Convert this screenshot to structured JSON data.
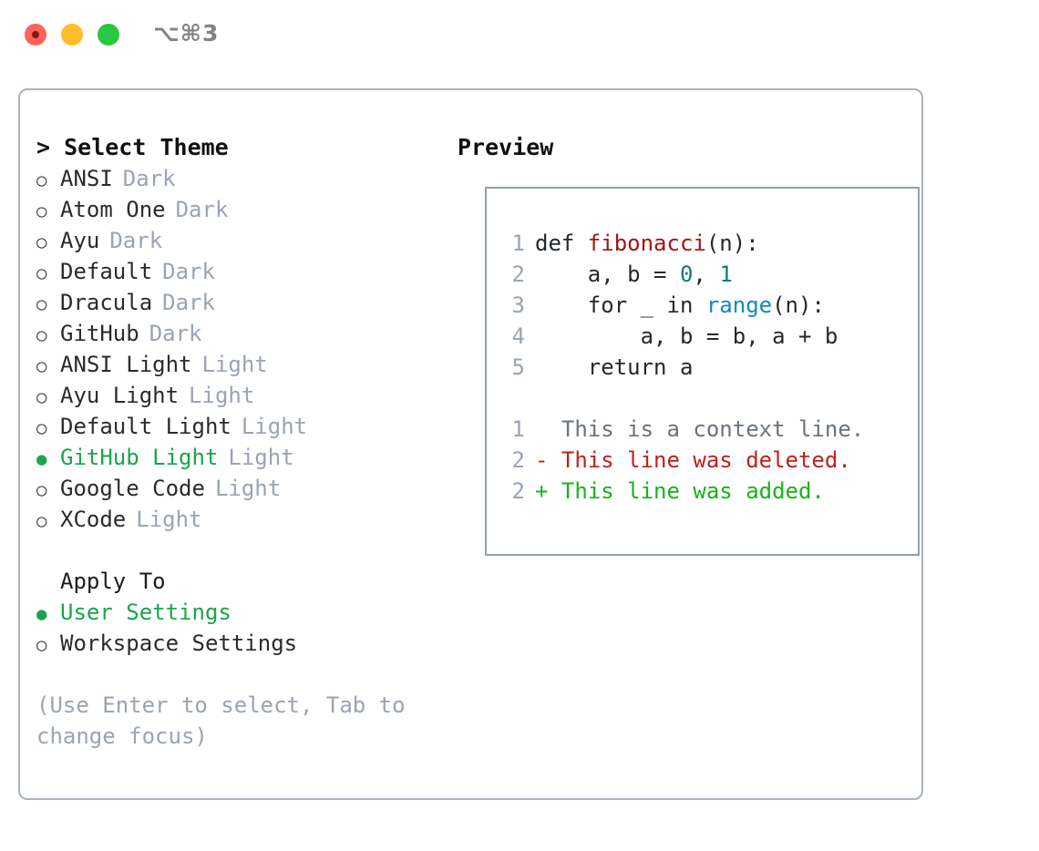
{
  "titlebar": {
    "shortcut": "⌥⌘3",
    "lights": [
      "close-red",
      "minimize-yellow",
      "maximize-green"
    ]
  },
  "theme_picker": {
    "heading": "> Select Theme",
    "selected_marker": "●",
    "unselected_marker": "○",
    "items": [
      {
        "name": "ANSI",
        "variant": "Dark",
        "selected": false
      },
      {
        "name": "Atom One",
        "variant": "Dark",
        "selected": false
      },
      {
        "name": "Ayu",
        "variant": "Dark",
        "selected": false
      },
      {
        "name": "Default",
        "variant": "Dark",
        "selected": false
      },
      {
        "name": "Dracula",
        "variant": "Dark",
        "selected": false
      },
      {
        "name": "GitHub",
        "variant": "Dark",
        "selected": false
      },
      {
        "name": "ANSI Light",
        "variant": "Light",
        "selected": false
      },
      {
        "name": "Ayu Light",
        "variant": "Light",
        "selected": false
      },
      {
        "name": "Default Light",
        "variant": "Light",
        "selected": false
      },
      {
        "name": "GitHub Light",
        "variant": "Light",
        "selected": true
      },
      {
        "name": "Google Code",
        "variant": "Light",
        "selected": false
      },
      {
        "name": "XCode",
        "variant": "Light",
        "selected": false
      }
    ]
  },
  "apply_to": {
    "heading": "Apply To",
    "items": [
      {
        "name": "User Settings",
        "selected": true
      },
      {
        "name": "Workspace Settings",
        "selected": false
      }
    ]
  },
  "hint": "(Use Enter to select, Tab to change focus)",
  "preview": {
    "heading": "Preview",
    "code_lines": [
      {
        "lineno": "1",
        "segments": [
          {
            "text": "def ",
            "token": "plain"
          },
          {
            "text": "fibonacci",
            "token": "fn"
          },
          {
            "text": "(n):",
            "token": "plain"
          }
        ]
      },
      {
        "lineno": "2",
        "segments": [
          {
            "text": "    a, b = ",
            "token": "plain"
          },
          {
            "text": "0",
            "token": "num"
          },
          {
            "text": ", ",
            "token": "plain"
          },
          {
            "text": "1",
            "token": "num"
          }
        ]
      },
      {
        "lineno": "3",
        "segments": [
          {
            "text": "    for _ in ",
            "token": "plain"
          },
          {
            "text": "range",
            "token": "call"
          },
          {
            "text": "(n):",
            "token": "plain"
          }
        ]
      },
      {
        "lineno": "4",
        "segments": [
          {
            "text": "        a, b = b, a + b",
            "token": "plain"
          }
        ]
      },
      {
        "lineno": "5",
        "segments": [
          {
            "text": "    return a",
            "token": "plain"
          }
        ]
      }
    ],
    "diff_lines": [
      {
        "lineno": "1",
        "marker": " ",
        "text": "  This is a context line.",
        "kind": "ctx"
      },
      {
        "lineno": "2",
        "marker": "-",
        "text": "- This line was deleted.",
        "kind": "del"
      },
      {
        "lineno": "2",
        "marker": "+",
        "text": "+ This line was added.",
        "kind": "add"
      }
    ]
  },
  "colors": {
    "accent_green": "#1aa64b",
    "muted_gray": "#9aa4b2",
    "border": "#aab3c0",
    "diff_add": "#17b318",
    "diff_del": "#c0201b",
    "token_fn": "#a31515",
    "token_num": "#0a7e72",
    "token_call": "#1089c4"
  }
}
